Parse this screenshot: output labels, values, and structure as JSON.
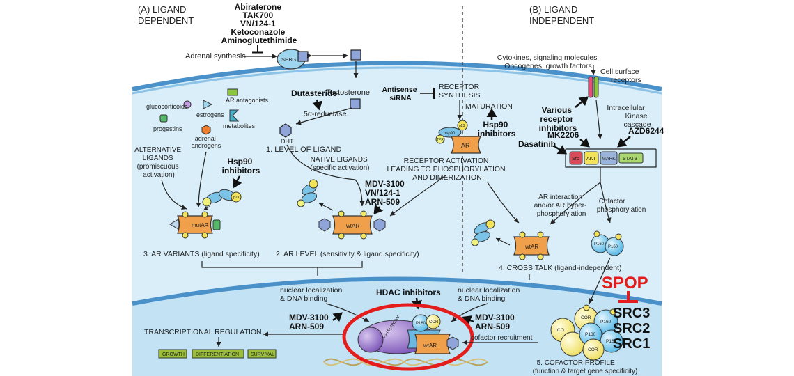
{
  "headers": {
    "a": [
      "(A) LIGAND",
      "DEPENDENT"
    ],
    "b": [
      "(B) LIGAND",
      "INDEPENDENT"
    ]
  },
  "top_drugs": [
    "Abiraterone",
    "TAK700",
    "VN/124-1",
    "Ketoconazole",
    "Aminoglutethimide"
  ],
  "adrenal_synthesis": "Adrenal synthesis",
  "shbg": "SHBG",
  "testosterone": "Testosterone",
  "dutasteride": "Dutasteride",
  "reductase": "5α-reductase",
  "dht": "DHT",
  "level_of_ligand": "1. LEVEL OF LIGAND",
  "ligand_legend": {
    "glucocorticoids": "glucocorticoids",
    "ar_antagonists": "AR antagonists",
    "estrogens": "estrogens",
    "progestins": "progestins",
    "metabolites": "metabolites",
    "adrenal_androgens": [
      "adrenal",
      "androgens"
    ]
  },
  "alternative_ligands": [
    "ALTERNATIVE",
    "LIGANDS",
    "(promiscuous",
    "activation)"
  ],
  "native_ligands": [
    "NATIVE LIGANDS",
    "(specific activation)"
  ],
  "hsp90_inhib_left": [
    "Hsp90",
    "inhibitors"
  ],
  "hsp90_inhib_mid": [
    "Hsp90",
    "inhibitors"
  ],
  "mdv_mid": [
    "MDV-3100",
    "VN/124-1",
    "ARN-509"
  ],
  "antisense": [
    "Antisense",
    "siRNA"
  ],
  "receptor_synthesis": [
    "RECEPTOR",
    "SYNTHESIS"
  ],
  "maturation": "MATURATION",
  "receptor_activation": [
    "RECEPTOR ACTIVATION",
    "LEADING TO PHOSPHORYLATION",
    "AND DIMERIZATION"
  ],
  "cytokines": [
    "Cytokines, signaling molecules",
    "Oncogenes, growth factors"
  ],
  "cell_surface": [
    "Cell surface",
    "receptors"
  ],
  "intracellular": [
    "Intracellular",
    "Kinase",
    "cascade"
  ],
  "various_inhib": [
    "Various",
    "receptor",
    "inhibitors"
  ],
  "mk2206": "MK2206",
  "azd6244": "AZD6244",
  "dasatinib": "Dasatinib",
  "kinases": [
    "Src",
    "AKT",
    "MAPK",
    "STAT3"
  ],
  "ar_interaction": [
    "AR interaction",
    "and/or AR hyper-",
    "phosphorylation"
  ],
  "cofactor_phos": [
    "Cofactor",
    "phosphorylation"
  ],
  "ar_variants": "3. AR VARIANTS (ligand specificity)",
  "ar_level": "2. AR LEVEL (sensitivity & ligand specificity)",
  "cross_talk": "4. CROSS TALK (ligand-independent)",
  "nuclear_left": [
    "nuclear localization",
    "& DNA binding"
  ],
  "nuclear_right": [
    "nuclear localization",
    "& DNA binding"
  ],
  "hdac": "HDAC inhibitors",
  "mdv_left": [
    "MDV-3100",
    "ARN-509"
  ],
  "mdv_right": [
    "MDV-3100",
    "ARN-509"
  ],
  "transcriptional": "TRANSCRIPTIONAL REGULATION",
  "outcomes": [
    "GROWTH",
    "DIFFERENTIATION",
    "SURVIVAL"
  ],
  "cofactor_recruitment": "cofactor recruitment",
  "cofactor_profile": [
    "5. COFACTOR PROFILE",
    "(function & target gene specificity)"
  ],
  "spop": "SPOP",
  "src_list": [
    "SRC3",
    "SRC2",
    "SRC1"
  ],
  "protein_labels": {
    "mutar": "mutAR",
    "wtar": "wtAR",
    "ar": "AR",
    "hsp90": "hsp90",
    "p23": "p23",
    "tpr": "TPR",
    "p160": "P160",
    "cor": "COR",
    "co": "CO",
    "p": "P",
    "corepressor": "co-repressor"
  },
  "colors": {
    "cytoplasm": "#d6ecf8",
    "nucleus": "#bfe0f3",
    "membrane": "#4a90c9",
    "ar_body": "#f0a04b",
    "hsp90": "#7bc4e8",
    "p160": "#6cc5ec",
    "cofactor_yellow": "#fbf29a",
    "highlight_red": "#e41c1c",
    "outcome_box": "#9bbf3a"
  }
}
